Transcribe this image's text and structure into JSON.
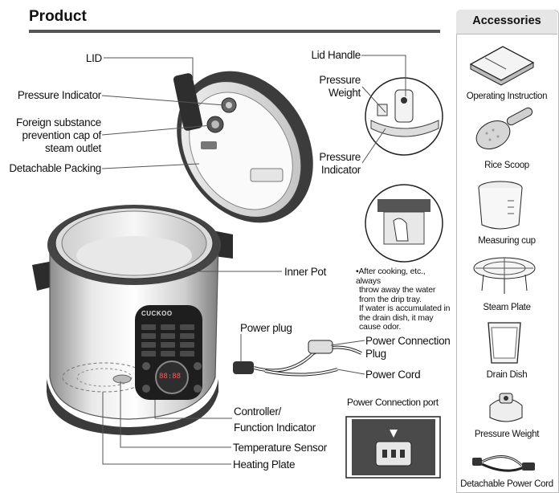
{
  "product": {
    "title": "Product",
    "labels": {
      "lid": "LID",
      "pressure_indicator": "Pressure Indicator",
      "foreign_line1": "Foreign substance",
      "foreign_line2": "prevention cap of",
      "foreign_line3": "steam outlet",
      "detachable_packing": "Detachable Packing",
      "lid_handle": "Lid Handle",
      "pressure_weight_line1": "Pressure",
      "pressure_weight_line2": "Weight",
      "pressure_indicator2_line1": "Pressure",
      "pressure_indicator2_line2": "Indicator",
      "inner_pot": "Inner Pot",
      "power_plug": "Power plug",
      "power_connection_plug_line1": "Power Connection",
      "power_connection_plug_line2": "Plug",
      "power_cord": "Power Cord",
      "controller_line1": "Controller/",
      "controller_line2": "Function Indicator",
      "temperature_sensor": "Temperature Sensor",
      "heating_plate": "Heating Plate",
      "power_connection_port": "Power Connection port"
    },
    "note_lines": [
      "•After cooking, etc., always",
      "throw away the water",
      "from the drip tray.",
      "If water is accumulated in",
      "the drain dish, it may",
      "cause odor."
    ],
    "brand": "CUCKOO",
    "display_digits": "88:88"
  },
  "accessories": {
    "title": "Accessories",
    "items": [
      {
        "label": "Operating Instruction",
        "icon": "manual-icon"
      },
      {
        "label": "Rice Scoop",
        "icon": "rice-scoop-icon"
      },
      {
        "label": "Measuring cup",
        "icon": "measuring-cup-icon"
      },
      {
        "label": "Steam Plate",
        "icon": "steam-plate-icon"
      },
      {
        "label": "Drain Dish",
        "icon": "drain-dish-icon"
      },
      {
        "label": "Pressure Weight",
        "icon": "pressure-weight-icon"
      },
      {
        "label": "Detachable Power Cord",
        "icon": "power-cord-icon"
      }
    ]
  }
}
